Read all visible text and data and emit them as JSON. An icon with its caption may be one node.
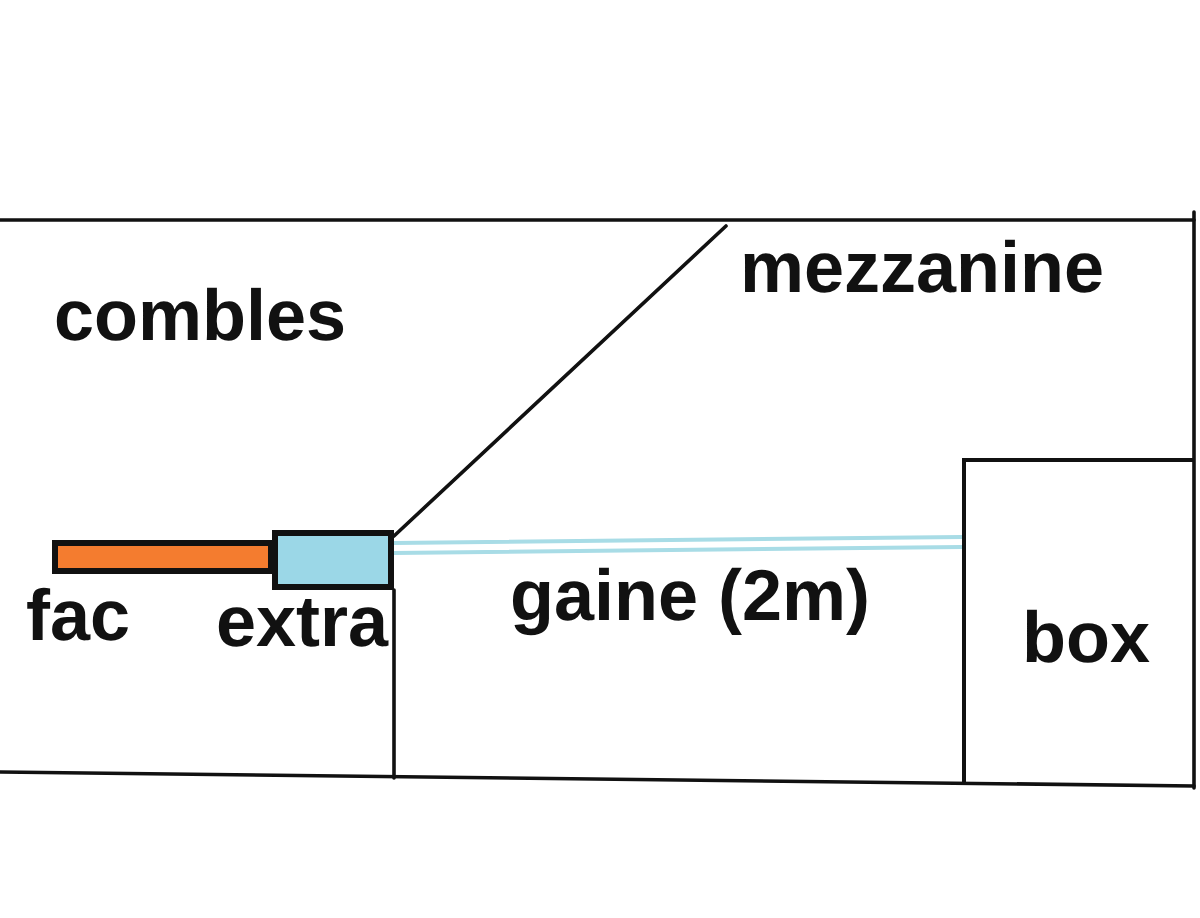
{
  "diagram": {
    "nodes": [
      {
        "text": [],
        "shape": "bar",
        "beside": [
          "fac"
        ]
      },
      {
        "text": [],
        "shape": "box",
        "beside": [
          "extra"
        ]
      },
      {
        "text": [
          "box"
        ]
      }
    ],
    "edges": [
      {
        "from": 1,
        "to": 2,
        "arrow": "none",
        "label": "gaine (2m)",
        "color": "#a8dce6"
      }
    ],
    "labels": [
      "combles",
      "mezzanine"
    ]
  }
}
